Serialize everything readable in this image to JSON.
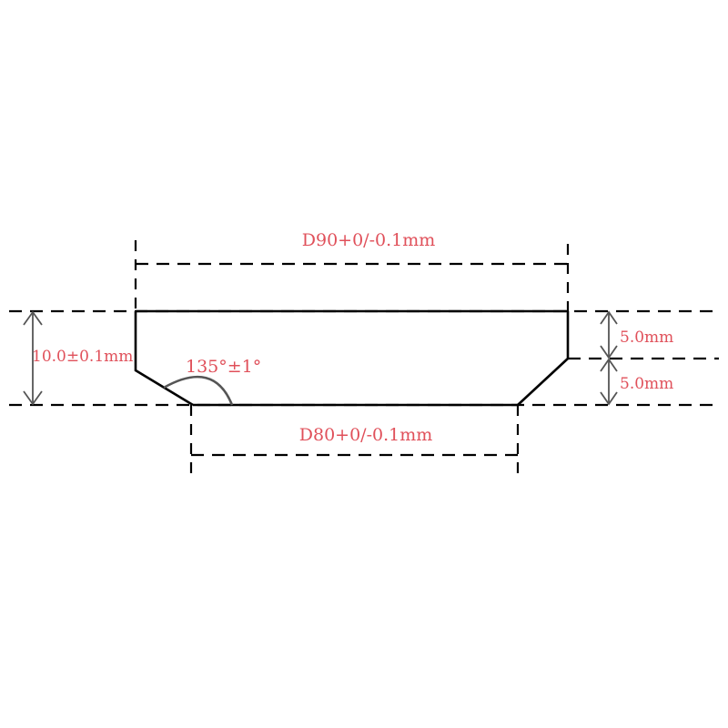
{
  "drawing": {
    "dimensions": {
      "top_diameter": "D90+0/-0.1mm",
      "bottom_diameter": "D80+0/-0.1mm",
      "total_height": "10.0±0.1mm",
      "angle": "135°±1°",
      "upper_height": "5.0mm",
      "lower_height": "5.0mm"
    },
    "colors": {
      "outline": "#000000",
      "dimension_text": "#e0505a",
      "arrows": "#555555"
    }
  }
}
